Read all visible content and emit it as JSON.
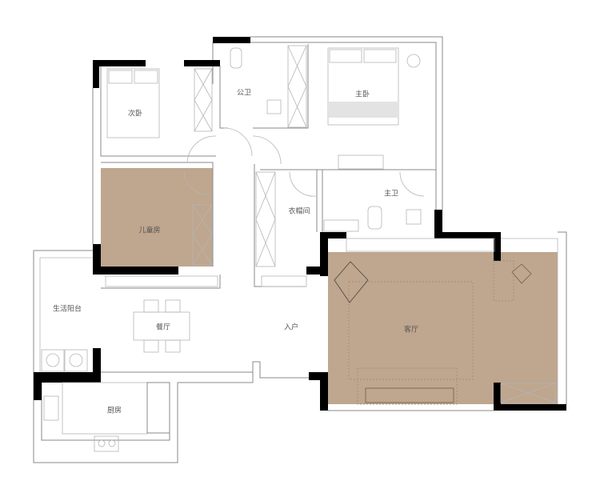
{
  "rooms": {
    "public_bath": "公卫",
    "master_bedroom": "主卧",
    "second_bedroom": "次卧",
    "master_bath": "主卫",
    "walk_in_closet": "衣帽间",
    "kids_room": "儿童房",
    "utility_balcony": "生活阳台",
    "dining": "餐厅",
    "entrance": "入户",
    "living_room": "客厅",
    "kitchen": "厨房"
  },
  "colors": {
    "highlight": "#bfa68e",
    "wall": "#000000",
    "line": "#8a8a8a"
  }
}
